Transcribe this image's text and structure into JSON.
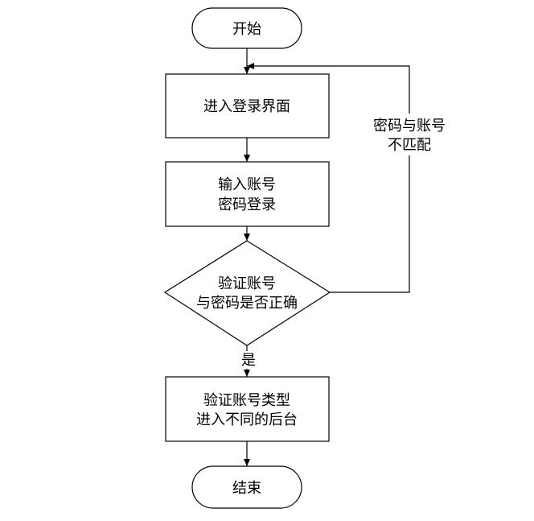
{
  "flowchart": {
    "start": {
      "label": "开始"
    },
    "step_login_page": {
      "label": "进入登录界面"
    },
    "step_input": {
      "line1": "输入账号",
      "line2": "密码登录"
    },
    "decision_verify": {
      "line1": "验证账号",
      "line2": "与密码是否正确"
    },
    "yes_label": "是",
    "no_branch_label": {
      "line1": "密码与账号",
      "line2": "不匹配"
    },
    "step_backend": {
      "line1": "验证账号类型",
      "line2": "进入不同的后台"
    },
    "end": {
      "label": "结束"
    }
  }
}
